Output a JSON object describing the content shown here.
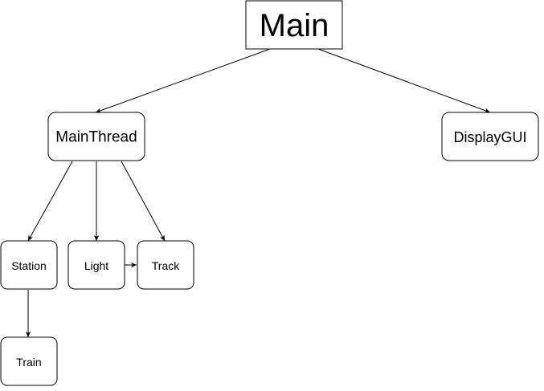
{
  "nodes": {
    "main": "Main",
    "main_thread": "MainThread",
    "display_gui": "DisplayGUI",
    "station": "Station",
    "light": "Light",
    "track": "Track",
    "train": "Train"
  },
  "edges": [
    {
      "from": "main",
      "to": "main_thread"
    },
    {
      "from": "main",
      "to": "display_gui"
    },
    {
      "from": "main_thread",
      "to": "station"
    },
    {
      "from": "main_thread",
      "to": "light"
    },
    {
      "from": "main_thread",
      "to": "track"
    },
    {
      "from": "light",
      "to": "track"
    },
    {
      "from": "station",
      "to": "train"
    }
  ]
}
